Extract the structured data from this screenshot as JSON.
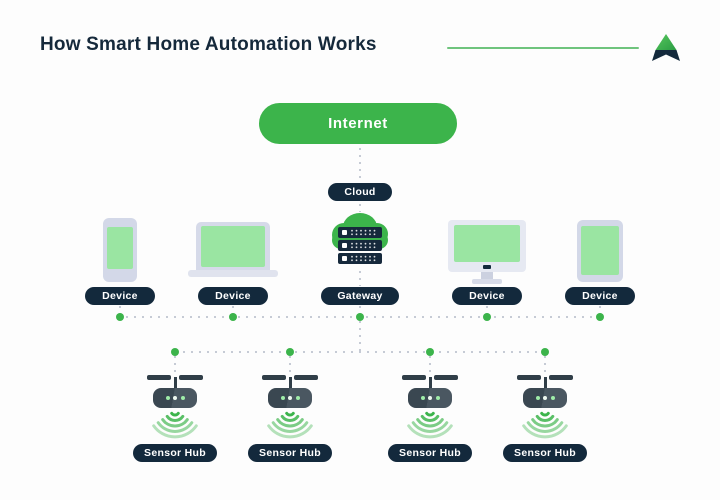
{
  "header": {
    "title": "How Smart Home Automation Works"
  },
  "internet": {
    "label": "Internet"
  },
  "cloud": {
    "label": "Cloud"
  },
  "nodes": [
    {
      "label": "Device",
      "type": "smartphone"
    },
    {
      "label": "Device",
      "type": "laptop"
    },
    {
      "label": "Gateway",
      "type": "cloud-server"
    },
    {
      "label": "Device",
      "type": "desktop-monitor"
    },
    {
      "label": "Device",
      "type": "tablet"
    }
  ],
  "sensor_hubs": [
    {
      "label": "Sensor Hub"
    },
    {
      "label": "Sensor Hub"
    },
    {
      "label": "Sensor Hub"
    },
    {
      "label": "Sensor Hub"
    }
  ],
  "colors": {
    "accent_green": "#3cb44b",
    "screen_green": "#9ae5a2",
    "navy": "#13293c",
    "divider_green": "#6fc47d",
    "connector_gray": "#c6cbd5",
    "device_gray": "#d3d8e8",
    "hub_slate": "#3a4751"
  }
}
